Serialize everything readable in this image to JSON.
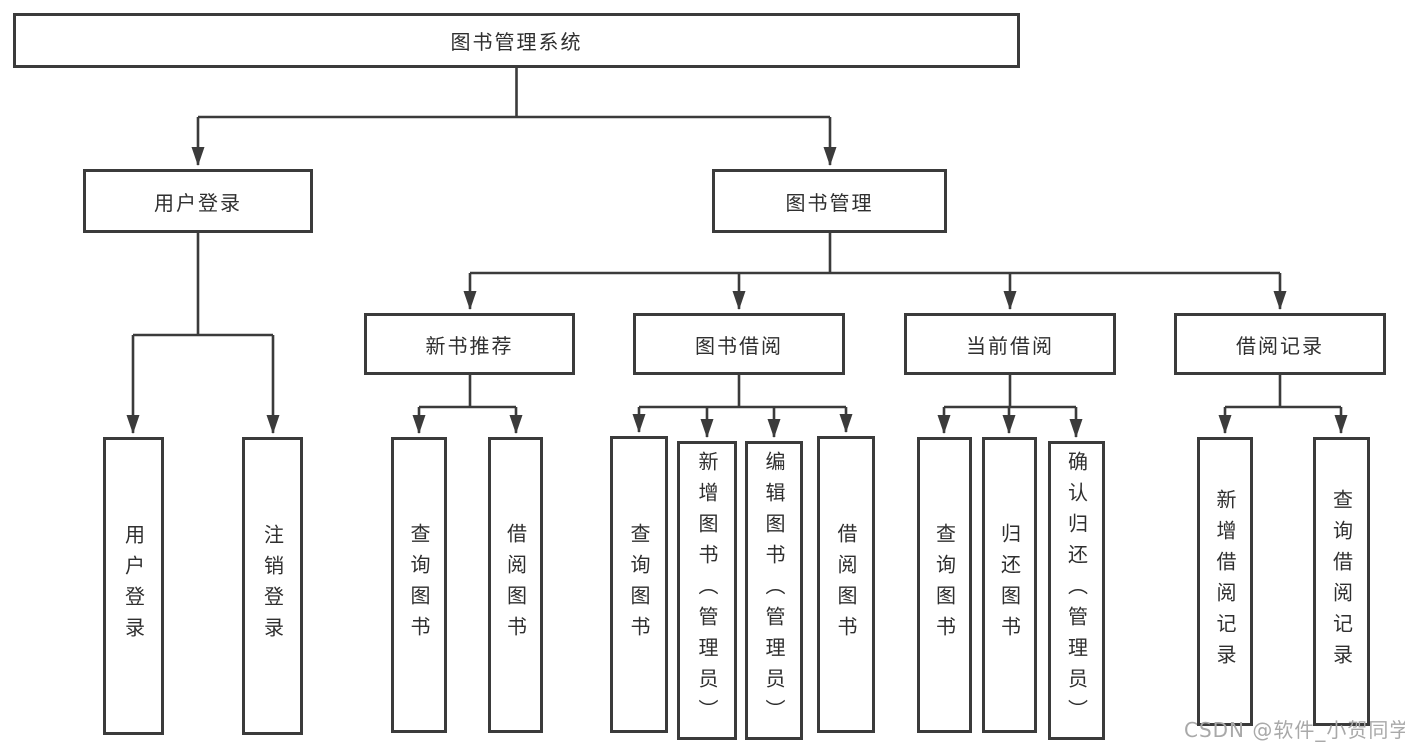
{
  "title": "图书管理系统",
  "tree": {
    "label": "图书管理系统",
    "children": [
      {
        "label": "用户登录",
        "children": [
          {
            "label": "用户登录"
          },
          {
            "label": "注销登录"
          }
        ]
      },
      {
        "label": "图书管理",
        "children": [
          {
            "label": "新书推荐",
            "children": [
              {
                "label": "查询图书"
              },
              {
                "label": "借阅图书"
              }
            ]
          },
          {
            "label": "图书借阅",
            "children": [
              {
                "label": "查询图书"
              },
              {
                "label": "新增图书（管理员）"
              },
              {
                "label": "编辑图书（管理员）"
              },
              {
                "label": "借阅图书"
              }
            ]
          },
          {
            "label": "当前借阅",
            "children": [
              {
                "label": "查询图书"
              },
              {
                "label": "归还图书"
              },
              {
                "label": "确认归还（管理员）"
              }
            ]
          },
          {
            "label": "借阅记录",
            "children": [
              {
                "label": "新增借阅记录"
              },
              {
                "label": "查询借阅记录"
              }
            ]
          }
        ]
      }
    ]
  },
  "watermark": {
    "text": "CSDN @软件_小贺同学",
    "color": "#a9a9a9"
  },
  "colors": {
    "line": "#3b3b3b",
    "box_fill": "#ffffff",
    "text": "#2f2f2f"
  }
}
